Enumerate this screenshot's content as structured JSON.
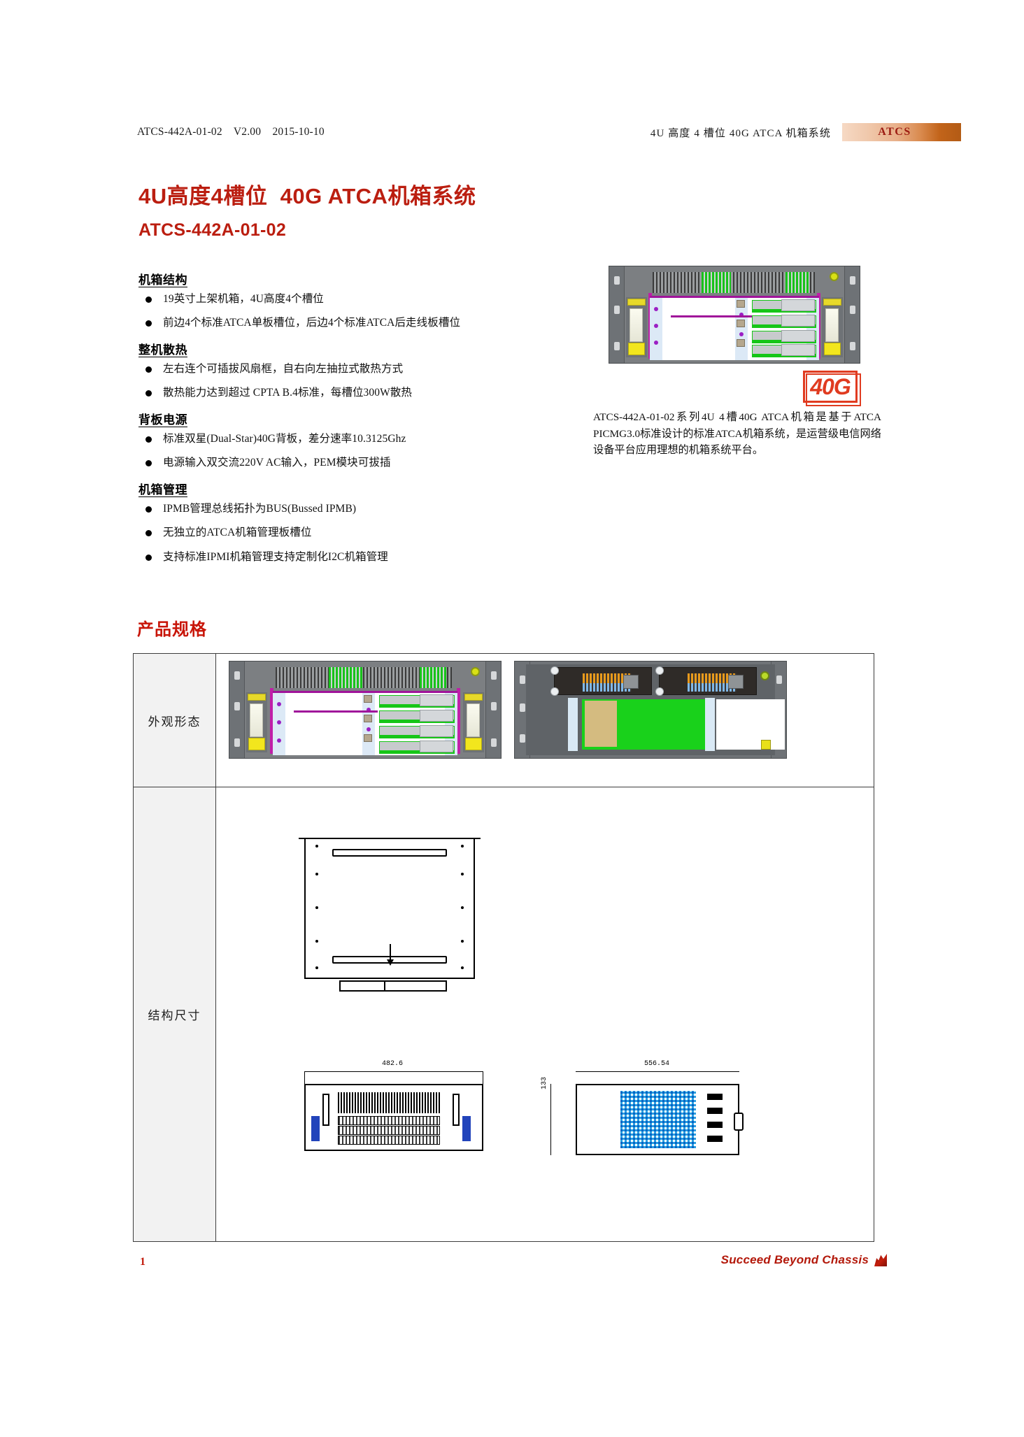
{
  "header": {
    "left_text": "ATCS-442A-01-02    V2.00    2015-10-10",
    "right_text": "4U 高度 4 槽位 40G ATCA 机箱系统",
    "badge_label": "ATCS",
    "badge_color": "#b35b15"
  },
  "title": {
    "main": "4U高度4槽位  40G ATCA机箱系统",
    "sub": "ATCS-442A-01-02",
    "color": "#bb1e10"
  },
  "features": [
    {
      "heading": "机箱结构",
      "items": [
        "19英寸上架机箱，4U高度4个槽位",
        "前边4个标准ATCA单板槽位，后边4个标准ATCA后走线板槽位"
      ]
    },
    {
      "heading": "整机散热",
      "items": [
        "左右连个可插拔风扇框，自右向左抽拉式散热方式",
        "散热能力达到超过 CPTA B.4标准，每槽位300W散热"
      ]
    },
    {
      "heading": "背板电源",
      "items": [
        "标准双星(Dual-Star)40G背板，差分速率10.3125Ghz",
        "电源输入双交流220V AC输入，PEM模块可拔插"
      ]
    },
    {
      "heading": "机箱管理",
      "items": [
        "IPMB管理总线拓扑为BUS(Bussed IPMB)",
        "无独立的ATCA机箱管理板槽位",
        "支持标准IPMI机箱管理支持定制化I2C机箱管理"
      ]
    }
  ],
  "product": {
    "stamp_label": "40G",
    "stamp_color": "#e03b20",
    "description": "ATCS-442A-01-02系列4U 4槽40G ATCA机箱是基于ATCA PICMG3.0标准设计的标准ATCA机箱系统，是运营级电信网络设备平台应用理想的机箱系统平台。"
  },
  "spec": {
    "heading": "产品规格",
    "heading_color": "#c81508",
    "rows": [
      {
        "label": "外观形态"
      },
      {
        "label": "结构尺寸"
      }
    ]
  },
  "drawings": {
    "front_width_dim": "482.6",
    "side_depth_dim": "556.54",
    "side_height_dim": "133"
  },
  "footer": {
    "page_number": "1",
    "tagline": "Succeed Beyond Chassis",
    "tagline_color": "#b3180a"
  }
}
